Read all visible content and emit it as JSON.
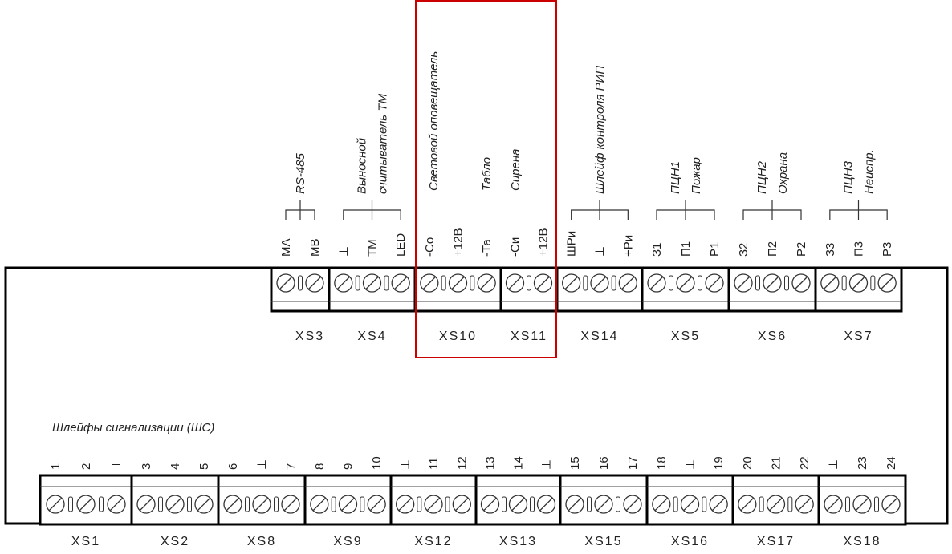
{
  "top_connectors": [
    {
      "name": "XS3",
      "pins": [
        "МА",
        "МВ"
      ]
    },
    {
      "name": "XS4",
      "pins": [
        "⊥",
        "ТМ",
        "LED"
      ]
    },
    {
      "name": "XS10",
      "pins": [
        "-Со",
        "+12В",
        "-Та"
      ]
    },
    {
      "name": "XS11",
      "pins": [
        "-Си",
        "+12В"
      ]
    },
    {
      "name": "XS14",
      "pins": [
        "ШРи",
        "⊥",
        "+Ри"
      ]
    },
    {
      "name": "XS5",
      "pins": [
        "З1",
        "П1",
        "Р1"
      ]
    },
    {
      "name": "XS6",
      "pins": [
        "З2",
        "П2",
        "Р2"
      ]
    },
    {
      "name": "XS7",
      "pins": [
        "З3",
        "П3",
        "Р3"
      ]
    }
  ],
  "top_groups": [
    {
      "connector": "XS3",
      "bracket": true,
      "lines": [
        "RS-485"
      ]
    },
    {
      "connector": "XS4",
      "bracket": true,
      "lines": [
        "Выносной",
        "считыватель ТМ"
      ]
    },
    {
      "connector": "XS14",
      "bracket": true,
      "lines": [
        "Шлейф контроля РИП"
      ]
    },
    {
      "connector": "XS5",
      "bracket": true,
      "lines": [
        "ПЦН1",
        "Пожар"
      ]
    },
    {
      "connector": "XS6",
      "bracket": true,
      "lines": [
        "ПЦН2",
        "Охрана"
      ]
    },
    {
      "connector": "XS7",
      "bracket": true,
      "lines": [
        "ПЦН3",
        "Неиспр."
      ]
    }
  ],
  "free_labels": {
    "light_annunciator": "Световой оповещатель",
    "panel": "Табло",
    "siren": "Сирена"
  },
  "loops_title": "Шлейфы сигнализации (ШС)",
  "bottom_connectors": [
    {
      "name": "XS1",
      "pins": [
        "1",
        "2",
        "⊥"
      ]
    },
    {
      "name": "XS2",
      "pins": [
        "3",
        "4",
        "5"
      ]
    },
    {
      "name": "XS8",
      "pins": [
        "6",
        "⊥",
        "7"
      ]
    },
    {
      "name": "XS9",
      "pins": [
        "8",
        "9",
        "10"
      ]
    },
    {
      "name": "XS12",
      "pins": [
        "⊥",
        "11",
        "12"
      ]
    },
    {
      "name": "XS13",
      "pins": [
        "13",
        "14",
        "⊥"
      ]
    },
    {
      "name": "XS15",
      "pins": [
        "15",
        "16",
        "17"
      ]
    },
    {
      "name": "XS16",
      "pins": [
        "18",
        "⊥",
        "19"
      ]
    },
    {
      "name": "XS17",
      "pins": [
        "20",
        "21",
        "22"
      ]
    },
    {
      "name": "XS18",
      "pins": [
        "⊥",
        "23",
        "24"
      ]
    }
  ],
  "colors": {
    "line": "#000000",
    "text": "#222222",
    "highlight": "#cc0000"
  }
}
